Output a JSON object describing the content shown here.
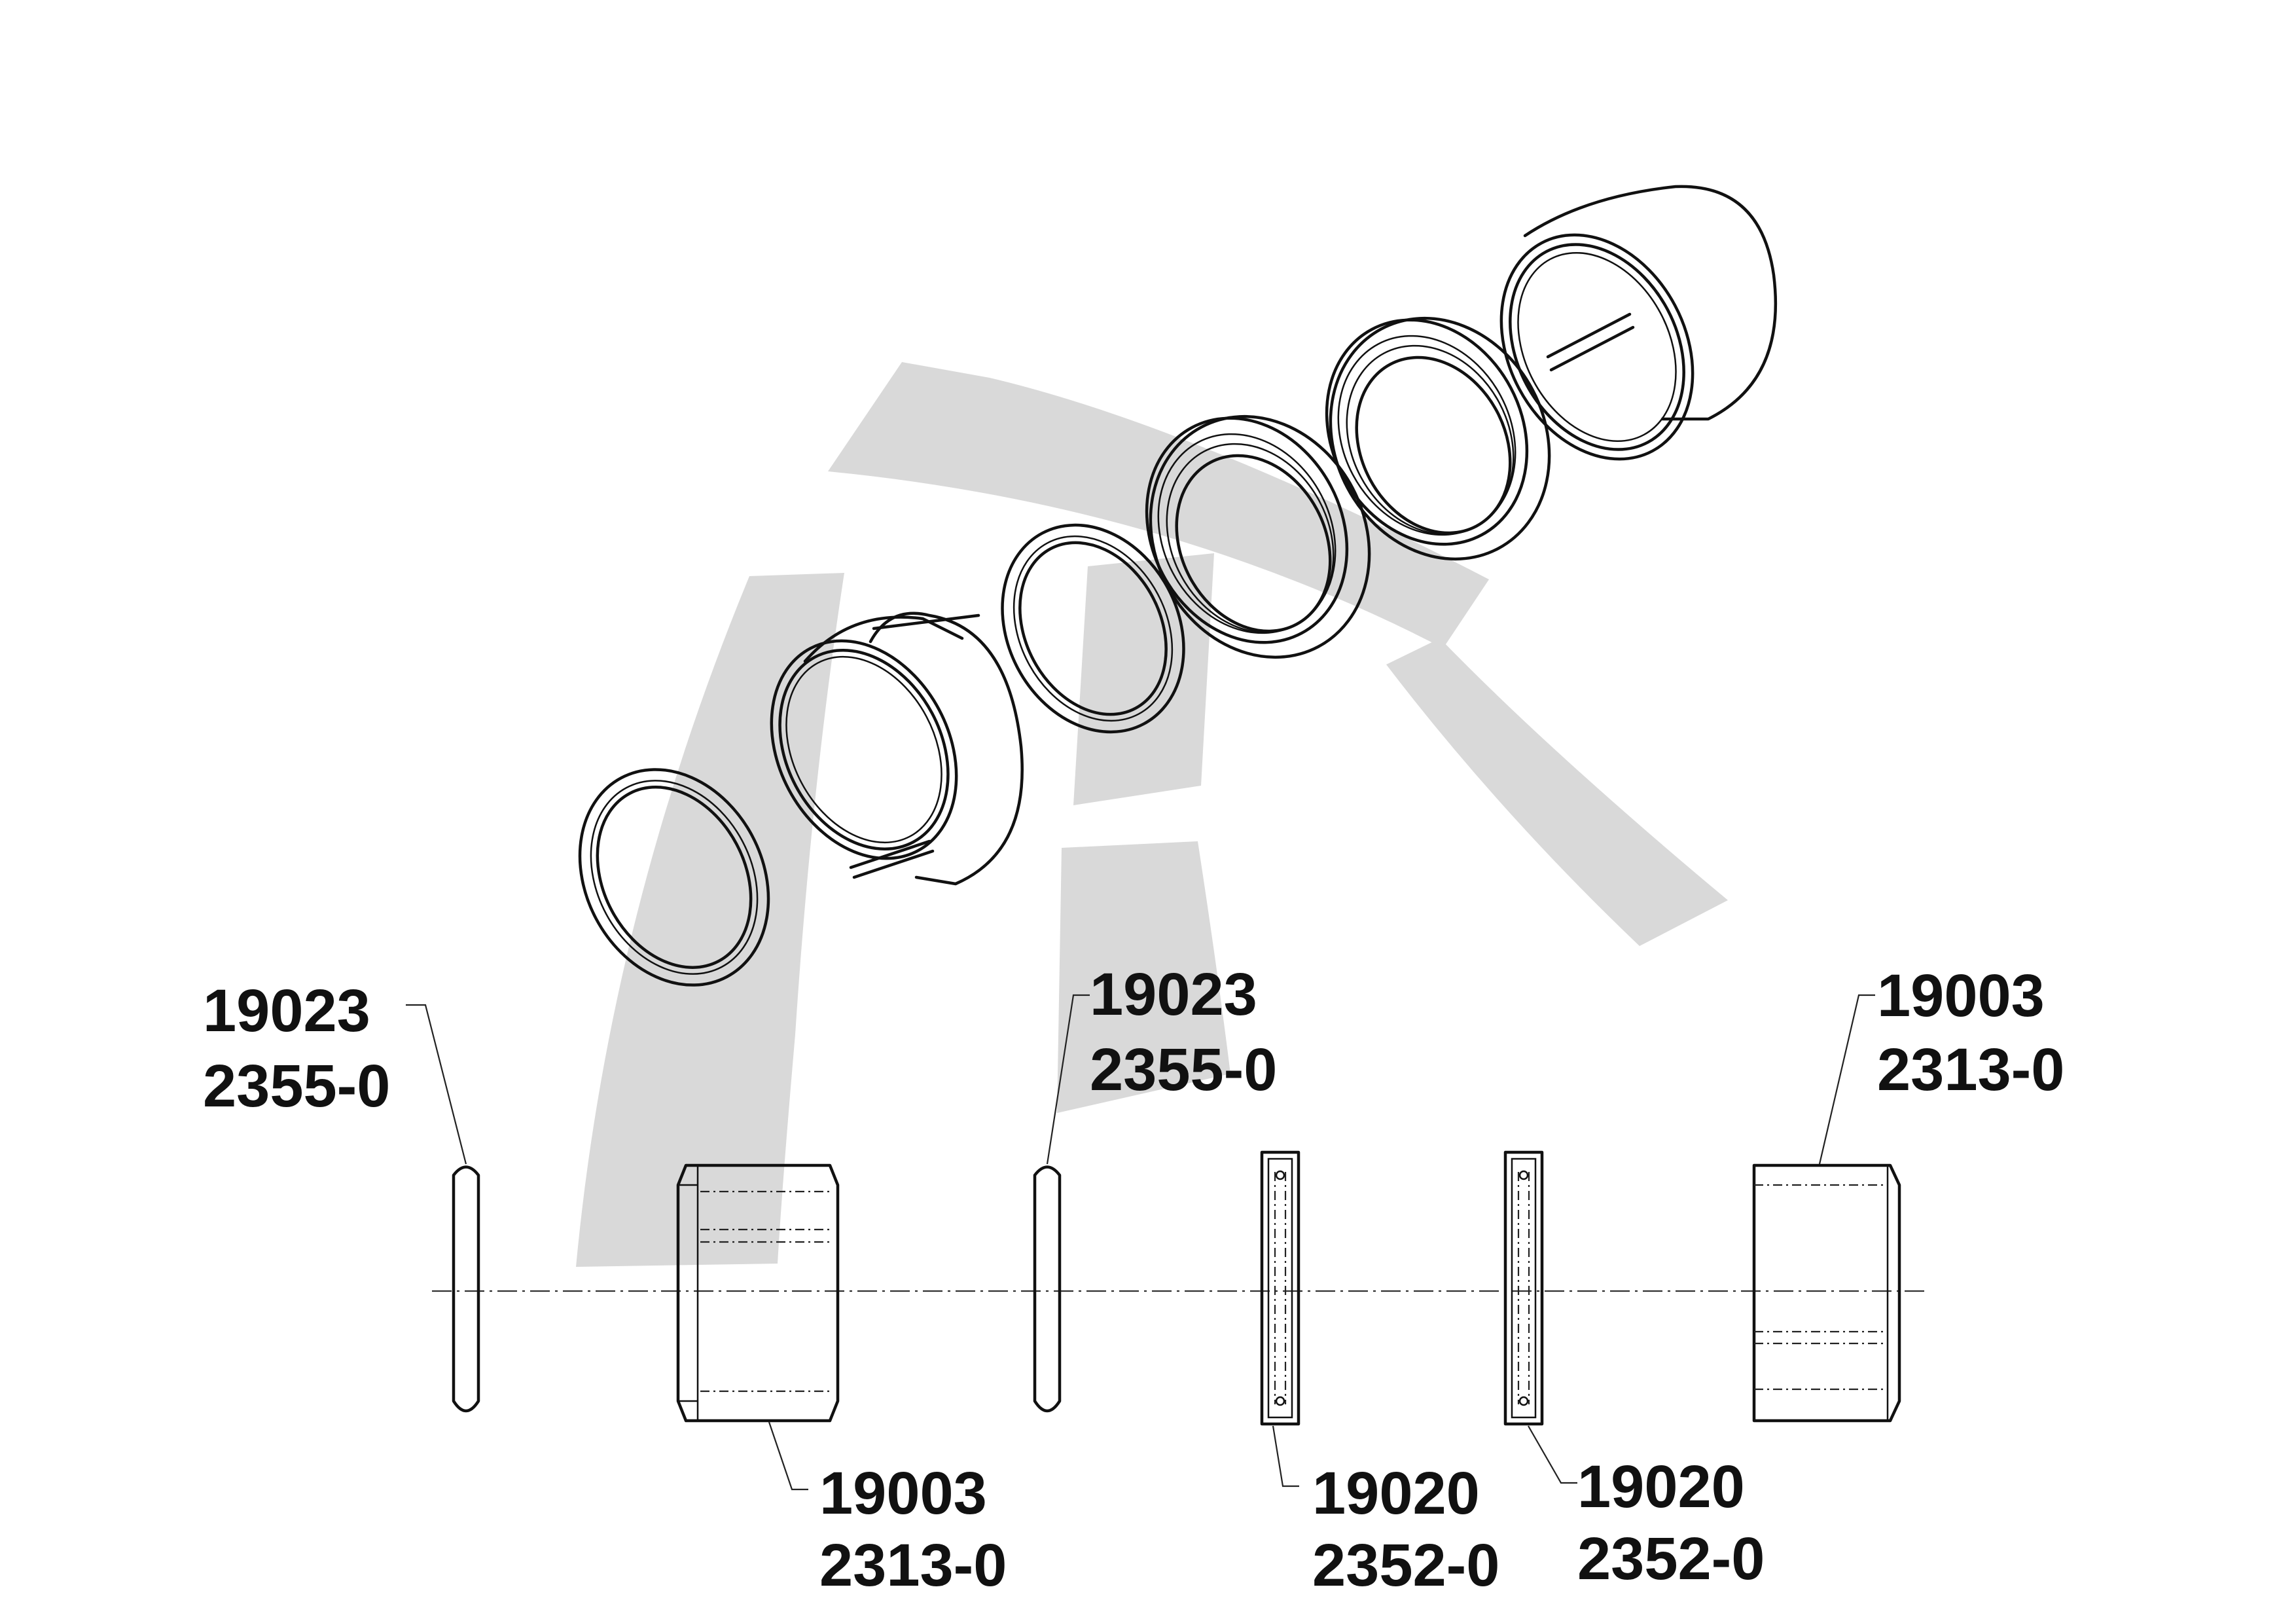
{
  "callouts": [
    {
      "id": "ring-left",
      "line1": "19023",
      "line2": "2355-0"
    },
    {
      "id": "bushing-left",
      "line1": "19003",
      "line2": "2313-0"
    },
    {
      "id": "ring-middle",
      "line1": "19023",
      "line2": "2355-0"
    },
    {
      "id": "seal-left",
      "line1": "19020",
      "line2": "2352-0"
    },
    {
      "id": "seal-right",
      "line1": "19020",
      "line2": "2352-0"
    },
    {
      "id": "bushing-right",
      "line1": "19003",
      "line2": "2313-0"
    }
  ],
  "watermark_color": "#d9d9d9"
}
